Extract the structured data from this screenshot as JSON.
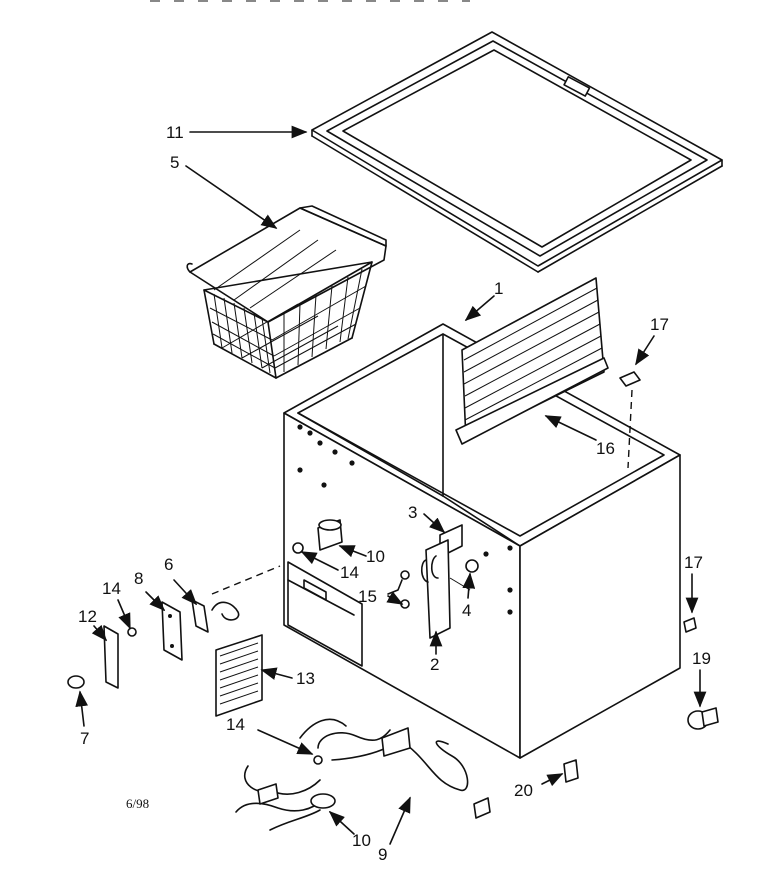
{
  "callouts": {
    "c1": "1",
    "c2": "2",
    "c3": "3",
    "c4": "4",
    "c5": "5",
    "c6": "6",
    "c7": "7",
    "c8": "8",
    "c9": "9",
    "c10a": "10",
    "c10b": "10",
    "c11": "11",
    "c12": "12",
    "c13": "13",
    "c14a": "14",
    "c14b": "14",
    "c14c": "14",
    "c15": "15",
    "c16": "16",
    "c17a": "17",
    "c17b": "17",
    "c19": "19",
    "c20": "20"
  },
  "date_code": "6/98"
}
